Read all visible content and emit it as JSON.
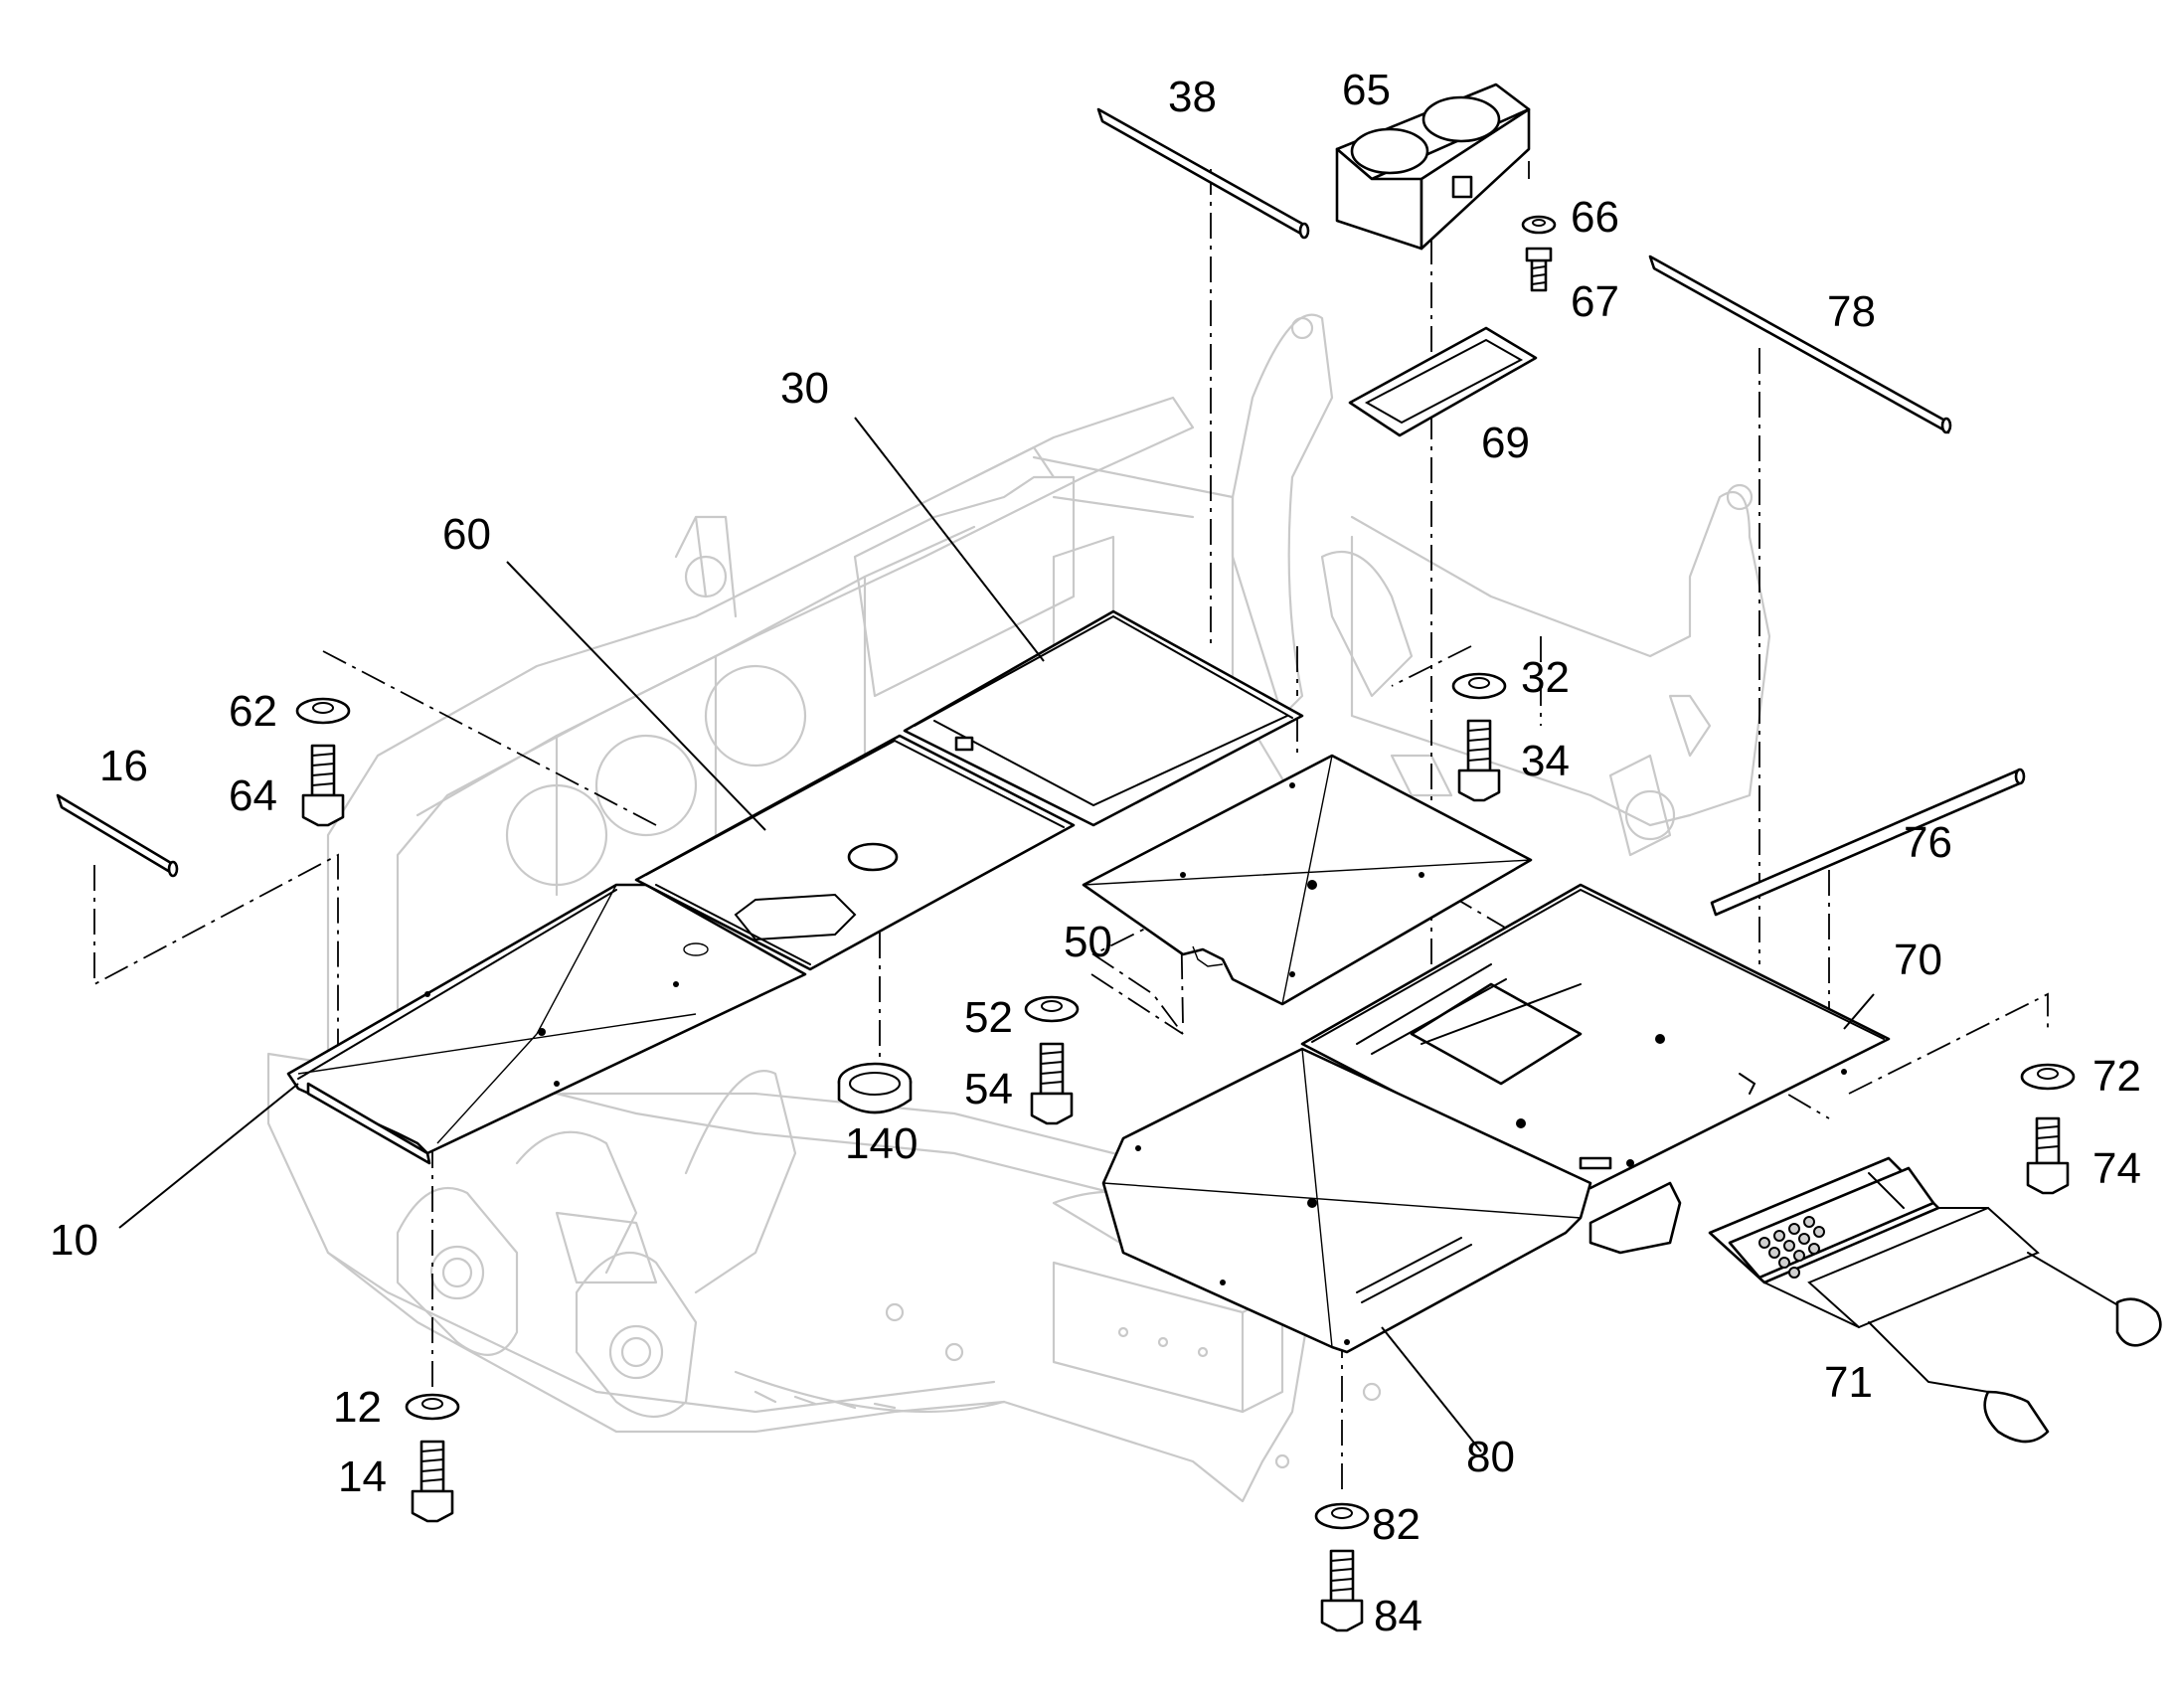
{
  "diagram": {
    "callouts": [
      {
        "id": "c10",
        "text": "10"
      },
      {
        "id": "c12",
        "text": "12"
      },
      {
        "id": "c14",
        "text": "14"
      },
      {
        "id": "c16",
        "text": "16"
      },
      {
        "id": "c30",
        "text": "30"
      },
      {
        "id": "c32",
        "text": "32"
      },
      {
        "id": "c34",
        "text": "34"
      },
      {
        "id": "c38",
        "text": "38"
      },
      {
        "id": "c50",
        "text": "50"
      },
      {
        "id": "c52",
        "text": "52"
      },
      {
        "id": "c54",
        "text": "54"
      },
      {
        "id": "c60",
        "text": "60"
      },
      {
        "id": "c62",
        "text": "62"
      },
      {
        "id": "c64",
        "text": "64"
      },
      {
        "id": "c65",
        "text": "65"
      },
      {
        "id": "c66",
        "text": "66"
      },
      {
        "id": "c67",
        "text": "67"
      },
      {
        "id": "c69",
        "text": "69"
      },
      {
        "id": "c70",
        "text": "70"
      },
      {
        "id": "c71",
        "text": "71"
      },
      {
        "id": "c72",
        "text": "72"
      },
      {
        "id": "c74",
        "text": "74"
      },
      {
        "id": "c76",
        "text": "76"
      },
      {
        "id": "c78",
        "text": "78"
      },
      {
        "id": "c80",
        "text": "80"
      },
      {
        "id": "c82",
        "text": "82"
      },
      {
        "id": "c84",
        "text": "84"
      },
      {
        "id": "c140",
        "text": "140"
      }
    ]
  }
}
